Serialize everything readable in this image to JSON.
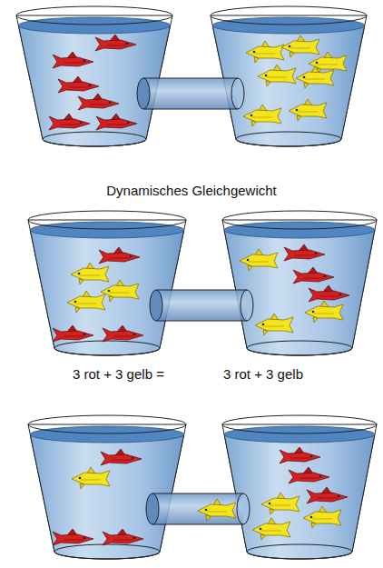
{
  "diagram": {
    "title": "Dynamisches Gleichgewicht",
    "labels": [
      "3 rot + 3 gelb =",
      "3 rot + 3 gelb"
    ]
  }
}
